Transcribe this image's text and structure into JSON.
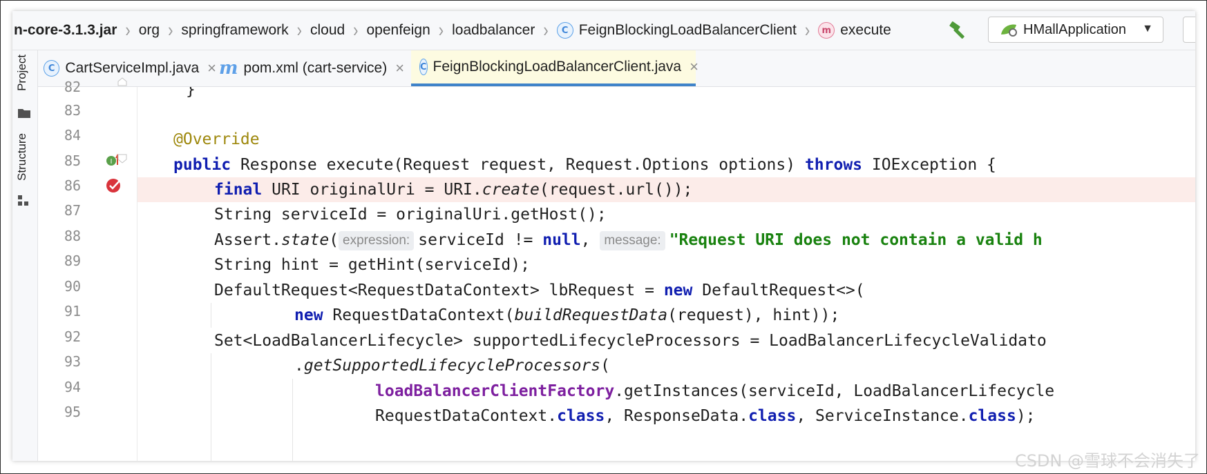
{
  "breadcrumb": {
    "items": [
      "n-core-3.1.3.jar",
      "org",
      "springframework",
      "cloud",
      "openfeign",
      "loadbalancer",
      "FeignBlockingLoadBalancerClient",
      "execute"
    ],
    "class_icon": "C",
    "method_icon": "m"
  },
  "run_config": {
    "label": "HMallApplication"
  },
  "tool_windows": {
    "project": "Project",
    "structure": "Structure"
  },
  "tabs": [
    {
      "label": "CartServiceImpl.java",
      "icon": "C"
    },
    {
      "label": "pom.xml (cart-service)",
      "icon": "m"
    },
    {
      "label": "FeignBlockingLoadBalancerClient.java",
      "icon": "C"
    }
  ],
  "line_numbers": [
    "82",
    "83",
    "84",
    "85",
    "86",
    "87",
    "88",
    "89",
    "90",
    "91",
    "92",
    "93",
    "94",
    "95"
  ],
  "code": {
    "l82": "}",
    "l84": "@Override",
    "l85_kw1": "public",
    "l85_a": " Response execute(Request request, Request.Options options) ",
    "l85_kw2": "throws",
    "l85_b": " IOException {",
    "l86_kw": "final",
    "l86_a": " URI originalUri = URI.",
    "l86_it": "create",
    "l86_b": "(request.url());",
    "l87": "String serviceId = originalUri.getHost();",
    "l88_a": "Assert.",
    "l88_it": "state",
    "l88_b": "(",
    "l88_hint1": "expression:",
    "l88_c": "serviceId != ",
    "l88_kw": "null",
    "l88_d": ", ",
    "l88_hint2": "message:",
    "l88_str": "\"Request URI does not contain a valid h",
    "l89": "String hint = getHint(serviceId);",
    "l90_a": "DefaultRequest<RequestDataContext> lbRequest = ",
    "l90_kw": "new",
    "l90_b": " DefaultRequest<>(",
    "l91_kw": "new",
    "l91_a": " RequestDataContext(",
    "l91_it": "buildRequestData",
    "l91_b": "(request), hint));",
    "l92": "Set<LoadBalancerLifecycle> supportedLifecycleProcessors = LoadBalancerLifecycleValidato",
    "l93_a": ".",
    "l93_it": "getSupportedLifecycleProcessors",
    "l93_b": "(",
    "l94_fld": "loadBalancerClientFactory",
    "l94_a": ".getInstances(serviceId, LoadBalancerLifecycle",
    "l95_a": "RequestDataContext.",
    "l95_kw1": "class",
    "l95_b": ", ResponseData.",
    "l95_kw2": "class",
    "l95_c": ", ServiceInstance.",
    "l95_kw3": "class",
    "l95_d": ");"
  },
  "watermark": "CSDN @雪球不会消失了",
  "colors": {
    "keyword": "#101eb0",
    "annotation": "#9e880d",
    "string": "#19820f",
    "field": "#7d1f9f",
    "current_line": "#fcece9",
    "active_tab": "#fdfbe1",
    "tab_underline": "#4083c9"
  }
}
